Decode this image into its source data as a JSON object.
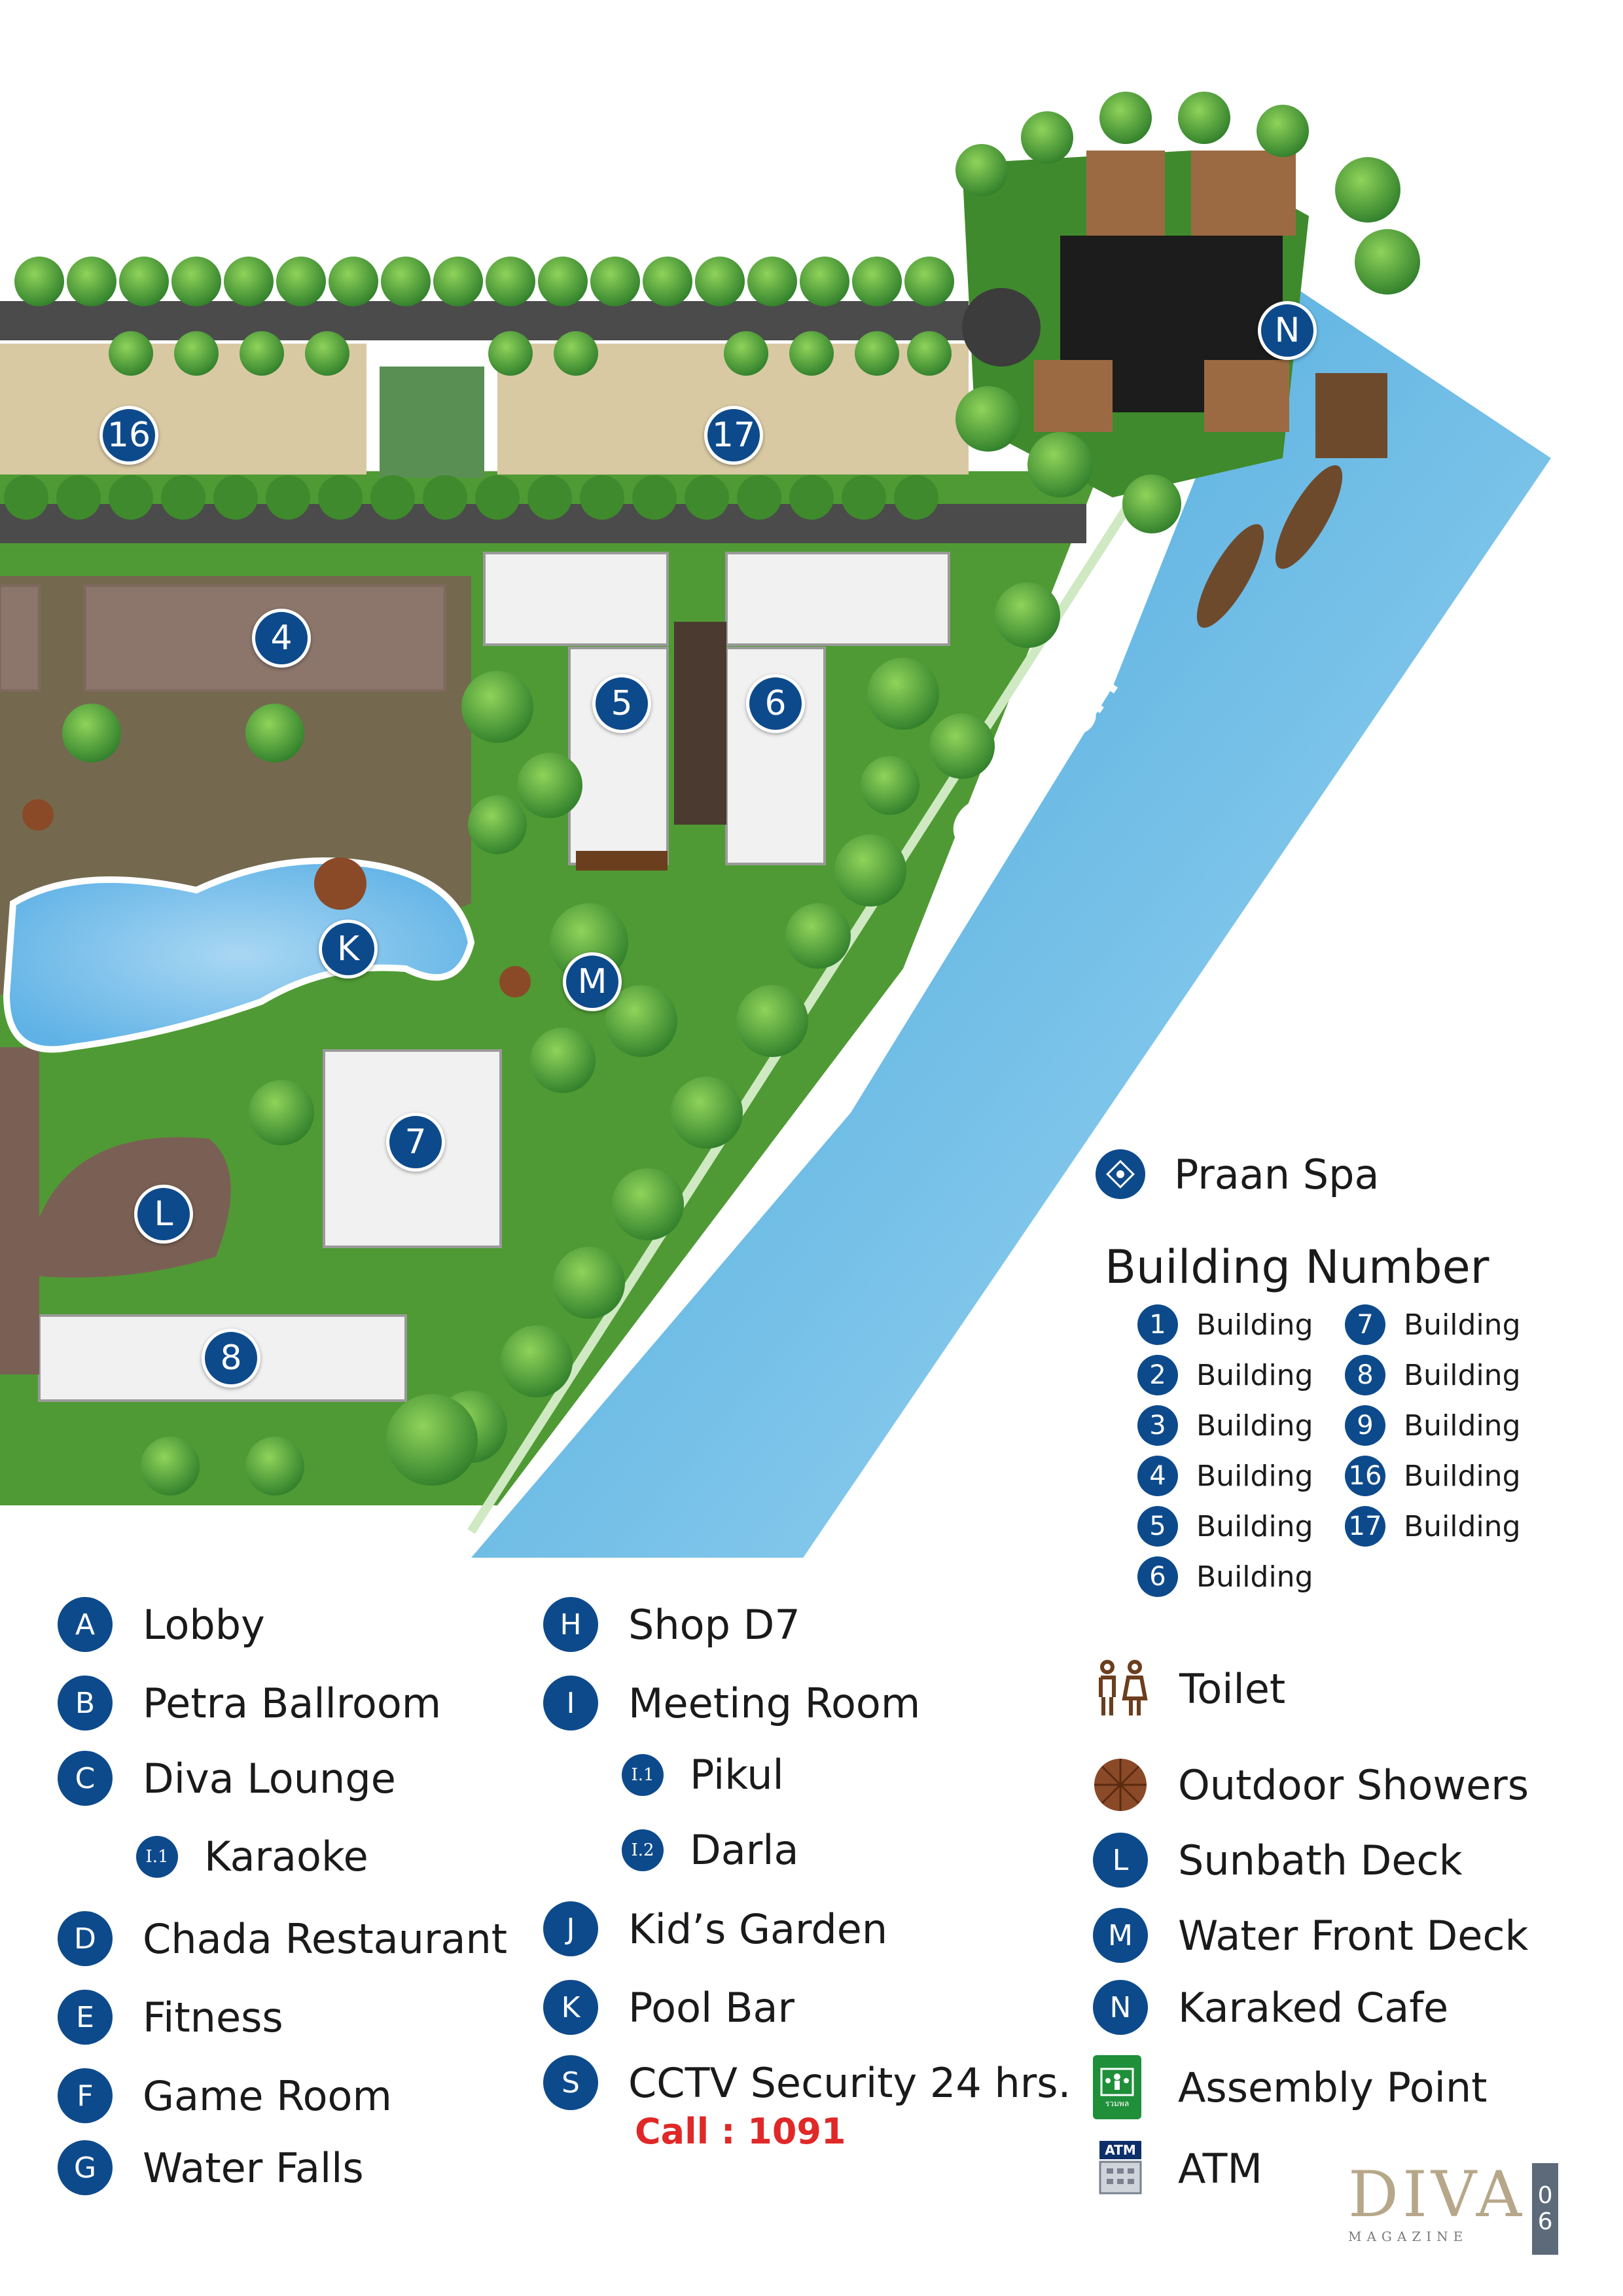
{
  "map": {
    "canal_label": "Canal",
    "markers": {
      "b16": "16",
      "b17": "17",
      "b4": "4",
      "b5": "5",
      "b6": "6",
      "b7": "7",
      "b8": "8",
      "k": "K",
      "m": "M",
      "l": "L",
      "n": "N"
    }
  },
  "legend_right": {
    "praan_spa": "Praan Spa",
    "building_number_title": "Building Number",
    "buildings_col1": [
      {
        "num": "1",
        "label": "Building"
      },
      {
        "num": "2",
        "label": "Building"
      },
      {
        "num": "3",
        "label": "Building"
      },
      {
        "num": "4",
        "label": "Building"
      },
      {
        "num": "5",
        "label": "Building"
      },
      {
        "num": "6",
        "label": "Building"
      }
    ],
    "buildings_col2": [
      {
        "num": "7",
        "label": "Building"
      },
      {
        "num": "8",
        "label": "Building"
      },
      {
        "num": "9",
        "label": "Building"
      },
      {
        "num": "16",
        "label": "Building"
      },
      {
        "num": "17",
        "label": "Building"
      }
    ],
    "toilet": "Toilet",
    "outdoor_showers": "Outdoor Showers",
    "sunbath": {
      "code": "L",
      "label": "Sunbath Deck"
    },
    "water_front": {
      "code": "M",
      "label": "Water Front Deck"
    },
    "karaked": {
      "code": "N",
      "label": "Karaked Cafe"
    },
    "assembly": "Assembly Point",
    "atm": "ATM",
    "atm_icon_text": "ATM",
    "assembly_icon_text": "รวมพล"
  },
  "legend_left": [
    {
      "code": "A",
      "label": "Lobby"
    },
    {
      "code": "B",
      "label": "Petra Ballroom"
    },
    {
      "code": "C",
      "label": "Diva Lounge"
    },
    {
      "code": "I.1",
      "label": "Karaoke"
    },
    {
      "code": "D",
      "label": "Chada Restaurant"
    },
    {
      "code": "E",
      "label": "Fitness"
    },
    {
      "code": "F",
      "label": "Game Room"
    },
    {
      "code": "G",
      "label": "Water Falls"
    }
  ],
  "legend_middle": [
    {
      "code": "H",
      "label": "Shop D7"
    },
    {
      "code": "I",
      "label": "Meeting Room"
    },
    {
      "code": "I.1",
      "label": "Pikul"
    },
    {
      "code": "I.2",
      "label": "Darla"
    },
    {
      "code": "J",
      "label": "Kid’s Garden"
    },
    {
      "code": "K",
      "label": "Pool Bar"
    },
    {
      "code": "S",
      "label": "CCTV  Security 24 hrs."
    }
  ],
  "call": "Call : 1091",
  "brand": {
    "word": "DIVA",
    "sub": "MAGAZINE",
    "issue_top": "0",
    "issue_bottom": "6"
  },
  "colors": {
    "marker": "#0d4a8c",
    "call": "#e02828",
    "canal": "#63b7e6",
    "grass": "#5da83a"
  }
}
